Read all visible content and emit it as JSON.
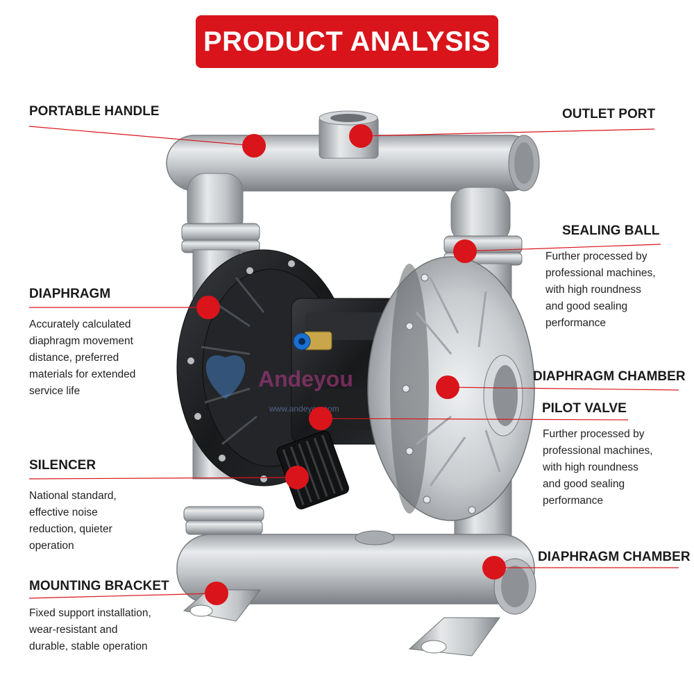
{
  "title": "PRODUCT ANALYSIS",
  "accent_color": "#d9141b",
  "watermark": {
    "brand": "Andeyou",
    "url": "www.andeyou.com"
  },
  "labels": {
    "portable_handle": "PORTABLE HANDLE",
    "outlet_port": "OUTLET PORT",
    "sealing_ball": "SEALING BALL",
    "sealing_ball_desc": [
      "Further processed by",
      "professional machines,",
      "with high roundness",
      "and good sealing",
      "performance"
    ],
    "diaphragm": "DIAPHRAGM",
    "diaphragm_desc": [
      "Accurately calculated",
      "diaphragm movement",
      "distance, preferred",
      "materials for extended",
      "service life"
    ],
    "diaphragm_chamber_1": "DIAPHRAGM CHAMBER",
    "pilot_valve": "PILOT VALVE",
    "pilot_valve_desc": [
      "Further processed by",
      "professional machines,",
      "with high roundness",
      "and good sealing",
      "performance"
    ],
    "silencer": "SILENCER",
    "silencer_desc": [
      "National standard,",
      "effective noise",
      "reduction, quieter",
      "operation"
    ],
    "diaphragm_chamber_2": "DIAPHRAGM CHAMBER",
    "mounting_bracket": "MOUNTING BRACKET",
    "mounting_bracket_desc": [
      "Fixed support installation,",
      "wear-resistant and",
      "durable, stable operation"
    ]
  }
}
